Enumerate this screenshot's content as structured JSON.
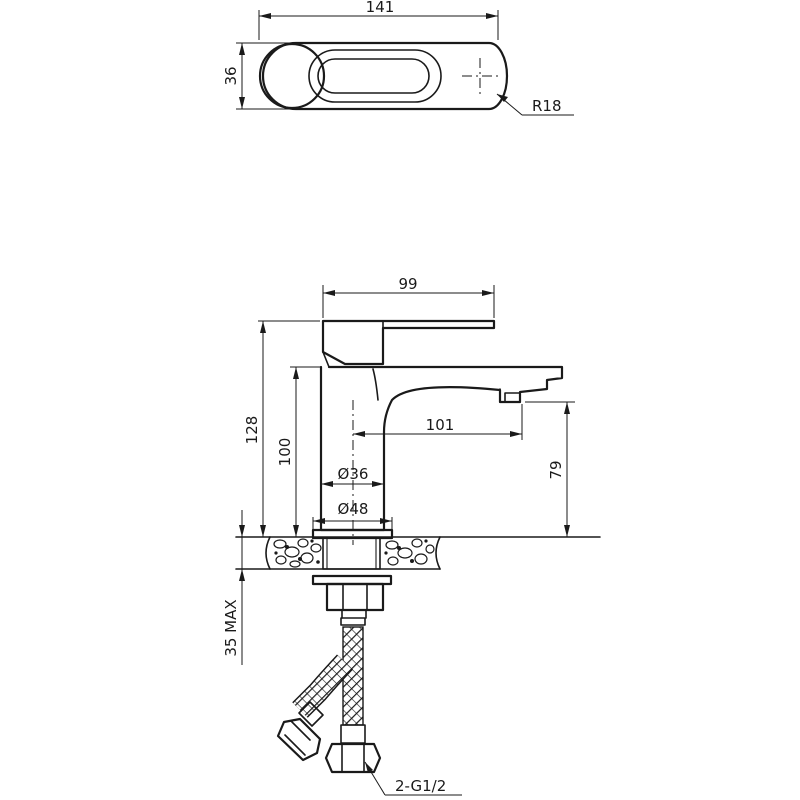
{
  "dimensions": {
    "top_width": "141",
    "top_height": "36",
    "top_radius": "R18",
    "handle_width": "99",
    "total_height": "128",
    "body_height": "100",
    "spout_reach": "101",
    "spout_clearance": "79",
    "body_diameter": "Ø36",
    "base_diameter": "Ø48",
    "mount_thickness": "35 MAX",
    "connection": "2-G1/2"
  }
}
